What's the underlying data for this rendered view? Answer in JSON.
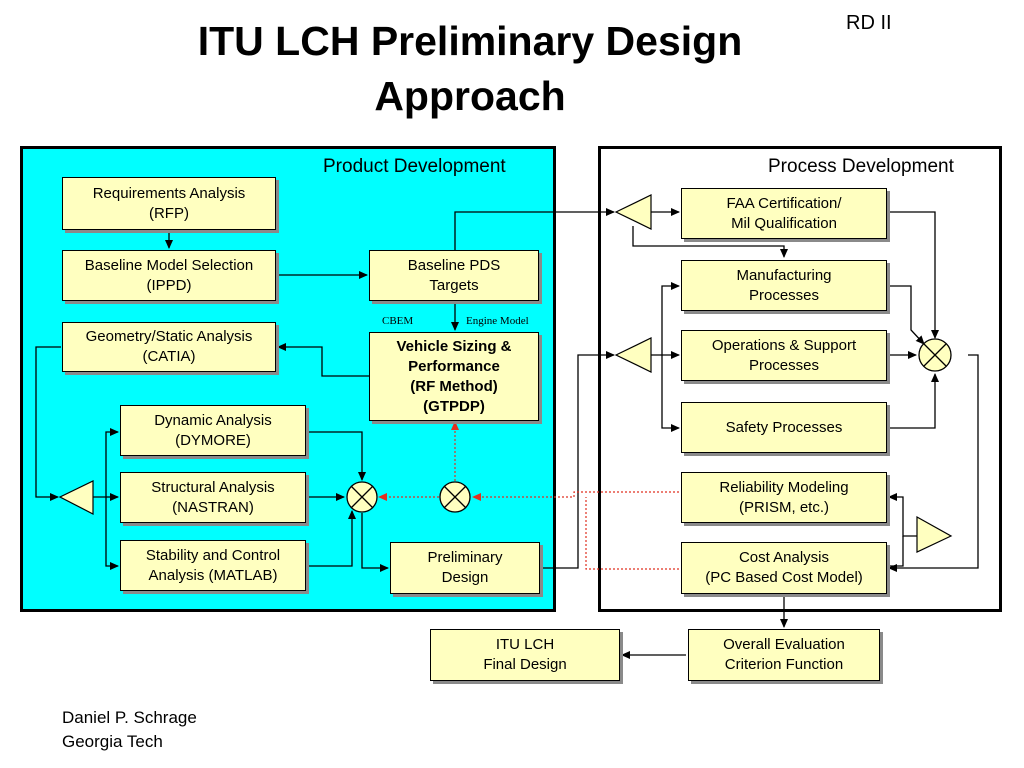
{
  "title": {
    "line1": "ITU LCH Preliminary Design",
    "line2": "Approach"
  },
  "slide_tag": "RD II",
  "panels": {
    "product": {
      "label": "Product Development",
      "fill": "#00ffff"
    },
    "process": {
      "label": "Process Development",
      "fill": "#ffffff"
    }
  },
  "box_fill": "#ffffc0",
  "boxes": {
    "req": "Requirements Analysis\n(RFP)",
    "baseline_model": "Baseline Model Selection\n(IPPD)",
    "geometry": "Geometry/Static Analysis\n(CATIA)",
    "dynamic": "Dynamic Analysis\n(DYMORE)",
    "structural": "Structural Analysis\n(NASTRAN)",
    "stability": "Stability and Control\nAnalysis (MATLAB)",
    "pds": "Baseline PDS\nTargets",
    "sizing": "Vehicle Sizing &\nPerformance\n(RF Method)\n(GTPDP)",
    "prelim": "Preliminary\nDesign",
    "faa": "FAA Certification/\nMil Qualification",
    "manufacturing": "Manufacturing\nProcesses",
    "operations": "Operations & Support\nProcesses",
    "safety": "Safety Processes",
    "reliability": "Reliability Modeling\n(PRISM, etc.)",
    "cost": "Cost Analysis\n(PC Based Cost Model)",
    "overall": "Overall Evaluation\nCriterion Function",
    "final": "ITU LCH\nFinal Design"
  },
  "sub_labels": {
    "cbem": "CBEM",
    "engine_model": "Engine Model"
  },
  "author": {
    "name": "Daniel P. Schrage",
    "org": "Georgia Tech"
  },
  "colors": {
    "dotted_link": "#e03020",
    "node_fill": "#ffffc0"
  }
}
